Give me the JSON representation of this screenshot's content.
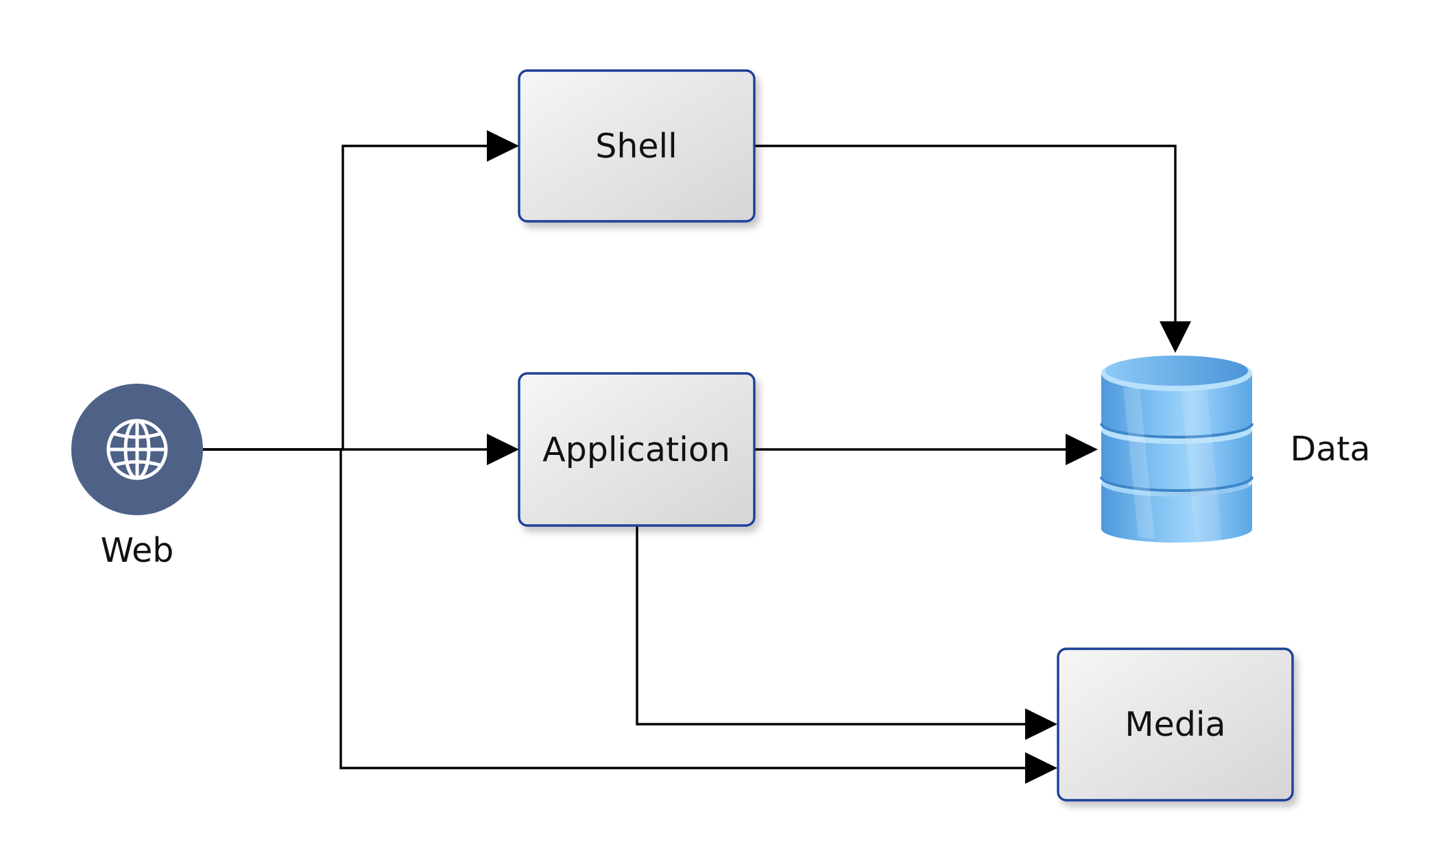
{
  "nodes": {
    "shell": {
      "label": "Shell"
    },
    "application": {
      "label": "Application"
    },
    "media": {
      "label": "Media"
    },
    "web": {
      "label": "Web",
      "icon": "globe-icon"
    },
    "data": {
      "label": "Data",
      "icon": "database-icon"
    }
  },
  "edges": [
    {
      "from": "web",
      "to": "shell"
    },
    {
      "from": "web",
      "to": "application"
    },
    {
      "from": "web",
      "to": "media"
    },
    {
      "from": "shell",
      "to": "data"
    },
    {
      "from": "application",
      "to": "data"
    },
    {
      "from": "application",
      "to": "media"
    }
  ],
  "colors": {
    "box_border": "#1f3f99",
    "box_fill_light": "#f4f4f4",
    "box_fill_dark": "#d8d8d8",
    "web_circle": "#4e6187",
    "database_blue": "#5aa6e6",
    "line": "#000000"
  }
}
